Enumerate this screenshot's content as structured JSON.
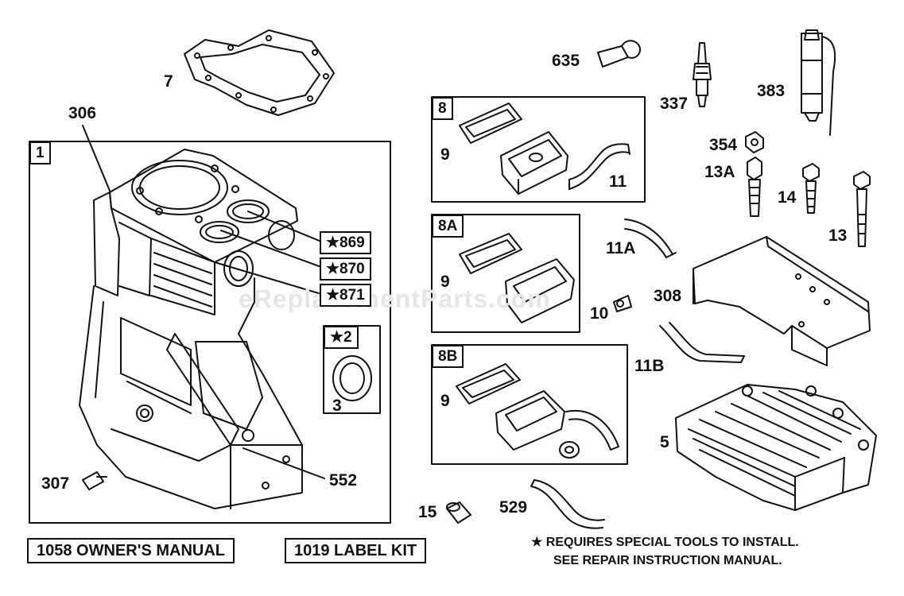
{
  "labels": {
    "p7": "7",
    "p306": "306",
    "p1": "1",
    "p869": "★869",
    "p870": "★870",
    "p871": "★871",
    "p2": "★2",
    "p3": "3",
    "p307": "307",
    "p552": "552",
    "p8": "8",
    "p9a": "9",
    "p11": "11",
    "p8A": "8A",
    "p9b": "9",
    "p10": "10",
    "p8B": "8B",
    "p9c": "9",
    "p15": "15",
    "p529": "529",
    "p635": "635",
    "p337": "337",
    "p383": "383",
    "p354": "354",
    "p13A": "13A",
    "p14": "14",
    "p13": "13",
    "p11A": "11A",
    "p308": "308",
    "p11B": "11B",
    "p5": "5"
  },
  "footer": {
    "owners_manual": "1058 OWNER'S MANUAL",
    "label_kit": "1019 LABEL KIT",
    "note_line1": "★ REQUIRES SPECIAL TOOLS TO INSTALL.",
    "note_line2": "SEE REPAIR INSTRUCTION MANUAL."
  },
  "watermark": "eReplacementParts.com"
}
